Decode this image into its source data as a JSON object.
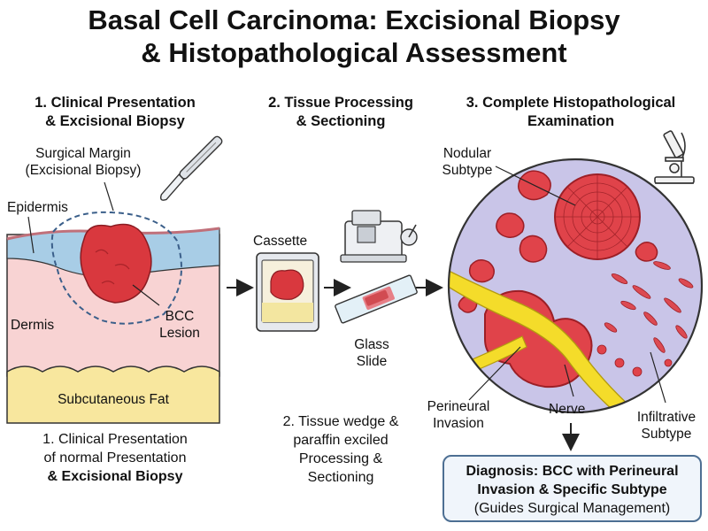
{
  "title": {
    "line1": "Basal Cell Carcinoma: Excisional Biopsy",
    "line2": "& Histopathological Assessment"
  },
  "steps": [
    {
      "line1": "1. Clinical Presentation",
      "line2": "& Excisional Biopsy"
    },
    {
      "line1": "2. Tissue Processing",
      "line2": "& Sectioning"
    },
    {
      "line1": "3. Complete Histopathological",
      "line2": "Examination"
    }
  ],
  "skin_labels": {
    "margin_line1": "Surgical Margin",
    "margin_line2": "(Excisional Biopsy)",
    "epidermis": "Epidermis",
    "dermis": "Dermis",
    "lesion_line1": "BCC",
    "lesion_line2": "Lesion",
    "fat": "Subcutaneous Fat"
  },
  "processing_labels": {
    "cassette": "Cassette",
    "slide_line1": "Glass",
    "slide_line2": "Slide"
  },
  "histo_labels": {
    "nodular_line1": "Nodular",
    "nodular_line2": "Subtype",
    "perineural_line1": "Perineural",
    "perineural_line2": "Invasion",
    "nerve": "Nerve",
    "infiltrative_line1": "Infiltrative",
    "infiltrative_line2": "Subtype"
  },
  "captions": {
    "col1_line1": "1. Clinical Presentation",
    "col1_line2": "of normal Presentation",
    "col1_line3": "& Excisional Biopsy",
    "col2_line1": "2. Tissue wedge &",
    "col2_line2": "paraffin exciled",
    "col2_line3": "Processing &",
    "col2_line4": "Sectioning"
  },
  "diagnosis": {
    "line1": "Diagnosis: BCC with Perineural",
    "line2": "Invasion & Specific Subtype",
    "line3": "(Guides Surgical Management)"
  },
  "colors": {
    "lesion": "#d9383e",
    "epidermis": "#a8cde6",
    "dermis": "#f8d3d3",
    "fat": "#f8e79e",
    "circle_bg": "#c9c5e8",
    "nerve": "#f4dc2a",
    "accent": "#4d6f93"
  },
  "icons": [
    "scalpel-icon",
    "microtome-icon",
    "microscope-icon",
    "cassette-icon",
    "glass-slide-icon"
  ]
}
